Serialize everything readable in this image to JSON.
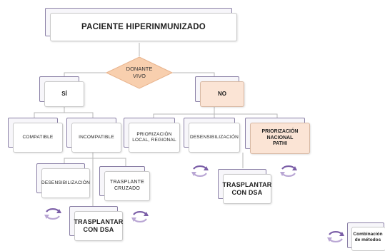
{
  "diagram": {
    "root": "PACIENTE HIPERINMUNIZADO",
    "decision": "DONANTE\nVIVO",
    "branches": {
      "yes": "SÍ",
      "no": "NO"
    },
    "yes_options": {
      "compatible": "COMPATIBLE",
      "incompatible": "INCOMPATIBLE"
    },
    "incompatible_options": {
      "desensitization": "DESENSIBILIZACIÓN",
      "crossover": "TRASPLANTE\nCRUZADO"
    },
    "no_options": {
      "local_priority": "PRIORIZACIÓN\nLOCAL, REGIONAL",
      "desensitization": "DESENSIBILIZACIÓN",
      "national_priority": "PRIORIZACIÓN\nNACIONAL\nPATHI"
    },
    "outcome_left": "TRASPLANTAR\nCON DSA",
    "outcome_right": "TRASPLANTAR\nCON DSA"
  },
  "legend": {
    "label": "Combinación\nde métodos",
    "icon": "circular-arrows-icon"
  },
  "colors": {
    "peach_fill": "#fbe4d5",
    "decision_fill": "#f8cfae",
    "frame": "#8a7fa6",
    "arrow_icon": "#7b5ea7"
  }
}
